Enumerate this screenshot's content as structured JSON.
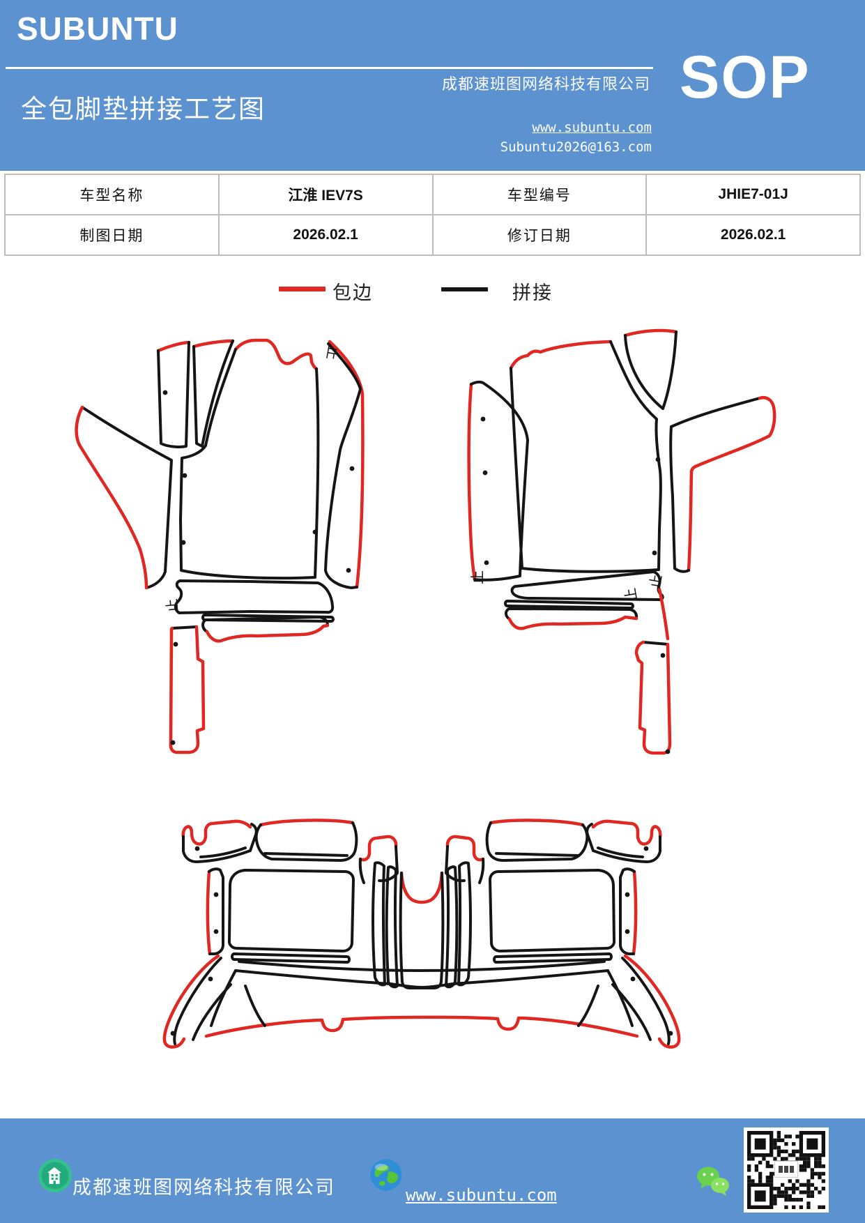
{
  "colors": {
    "header_blue": "#5b92cf"
  },
  "header": {
    "brand": "SUBUNTU",
    "title": "全包脚垫拼接工艺图",
    "company": "成都速班图网络科技有限公司",
    "website": "www.subuntu.com",
    "email": "Subuntu2026@163.com",
    "doc_type": "SOP"
  },
  "info_table": {
    "rows": [
      [
        "车型名称",
        "江淮 IEV7S",
        "车型编号",
        "JHIE7-01J"
      ],
      [
        "制图日期",
        "2026.02.1",
        "修订日期",
        "2026.02.1"
      ]
    ]
  },
  "legend": {
    "binding": {
      "label": "包边",
      "color": "#e02722"
    },
    "splice": {
      "label": "拼接",
      "color": "#151515"
    }
  },
  "diagram": {
    "stop_mark": "止",
    "edge_colors": {
      "binding": "#e02722",
      "splice": "#151515"
    }
  },
  "footer": {
    "company": "成都速班图网络科技有限公司",
    "website": "www.subuntu.com"
  }
}
